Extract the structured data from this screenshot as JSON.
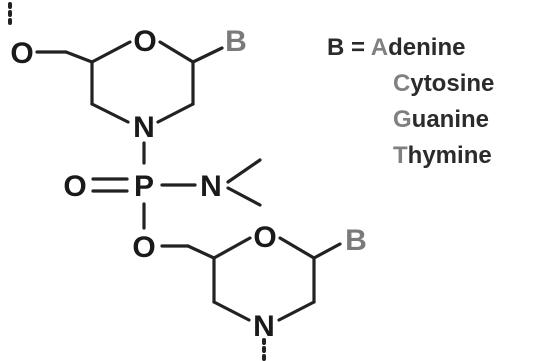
{
  "atoms": {
    "o_top": "O",
    "o_ring1": "O",
    "b_ring1": "B",
    "n_ring1": "N",
    "o_double": "O",
    "p": "P",
    "n_dimethyl": "N",
    "o_link": "O",
    "o_ring2": "O",
    "b_ring2": "B",
    "n_ring2": "N"
  },
  "legend": {
    "prefix": "B = ",
    "bases": [
      {
        "initial": "A",
        "rest": "denine"
      },
      {
        "initial": "C",
        "rest": "ytosine"
      },
      {
        "initial": "G",
        "rest": "uanine"
      },
      {
        "initial": "T",
        "rest": "hymine"
      }
    ]
  },
  "colors": {
    "bond": "#222222",
    "atom": "#1a1a1a",
    "base_symbol": "#7a7a7a",
    "legend_highlight": "#808080",
    "legend_text": "#2b2b2b"
  }
}
